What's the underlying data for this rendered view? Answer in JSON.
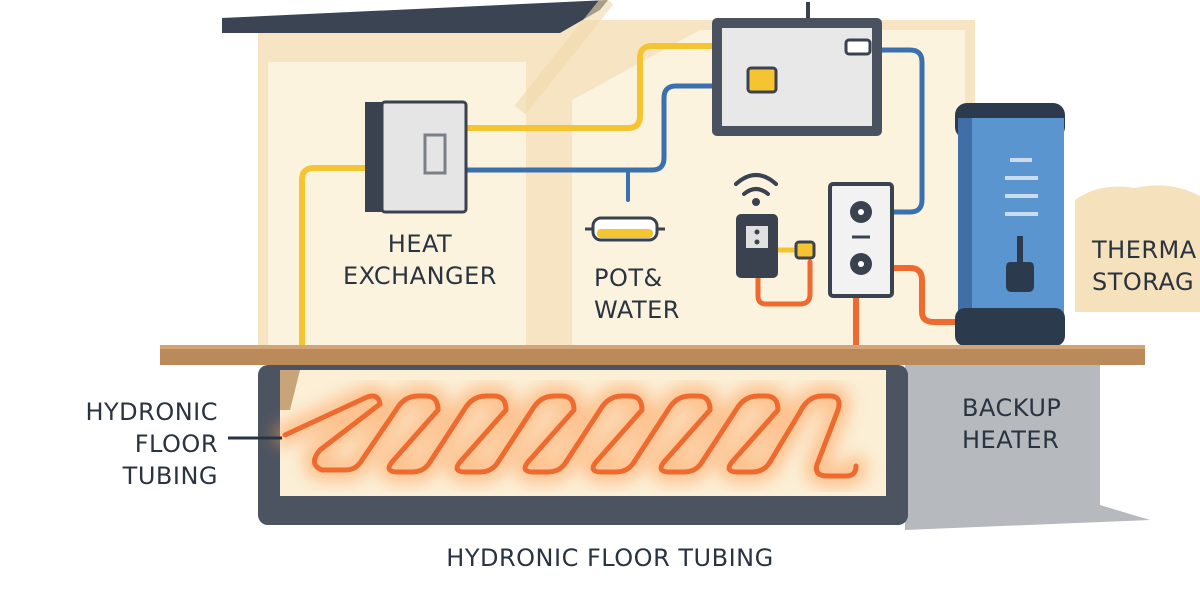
{
  "labels": {
    "heat_exchanger": [
      "HEAT",
      "EXCHANGER"
    ],
    "pot_water": [
      "POT&",
      "WATER"
    ],
    "thermal_storage": [
      "THERMA",
      "STORAG"
    ],
    "backup_heater": [
      "BACKUP",
      "HEATER"
    ],
    "hydronic_side": [
      "HYDRONIC",
      "FLOOR",
      "TUBING"
    ],
    "hydronic_bottom": "HYDRONIC FLOOR TUBING"
  },
  "colors": {
    "hot_pipe": "#ee6a2e",
    "cold_pipe": "#3a6fb0",
    "supply_pipe": "#f5c431",
    "tank": "#5b95cf",
    "floor_beam": "#bb8a5a",
    "wall": "#fbf1d8"
  }
}
